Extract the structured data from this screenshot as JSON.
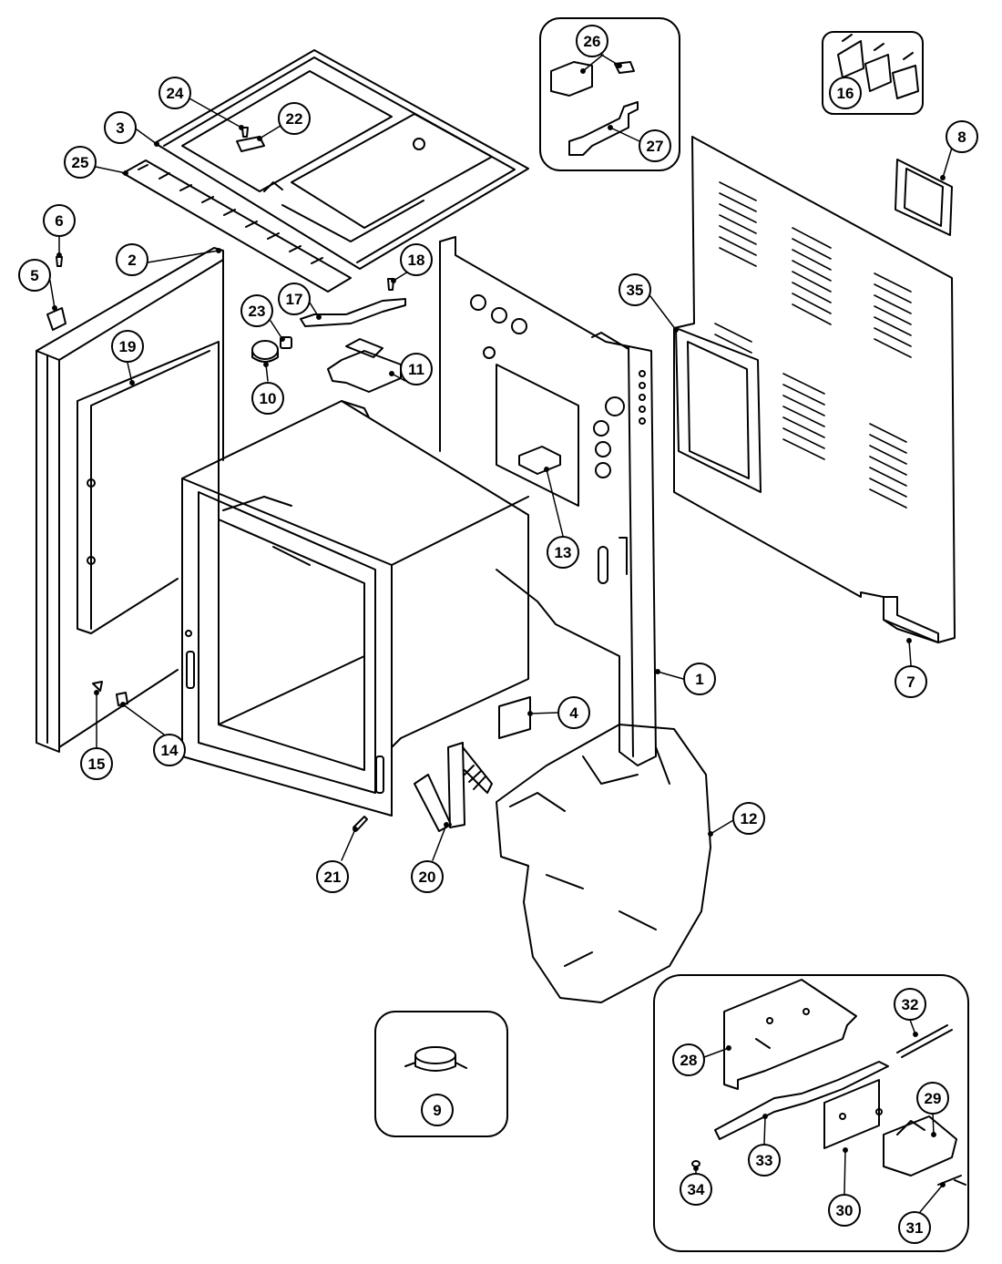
{
  "diagram": {
    "type": "exploded-parts",
    "callouts": [
      {
        "id": "c1",
        "label": "1"
      },
      {
        "id": "c2",
        "label": "2"
      },
      {
        "id": "c3",
        "label": "3"
      },
      {
        "id": "c4",
        "label": "4"
      },
      {
        "id": "c5",
        "label": "5"
      },
      {
        "id": "c6",
        "label": "6"
      },
      {
        "id": "c7",
        "label": "7"
      },
      {
        "id": "c8",
        "label": "8"
      },
      {
        "id": "c9",
        "label": "9"
      },
      {
        "id": "c10",
        "label": "10"
      },
      {
        "id": "c11",
        "label": "11"
      },
      {
        "id": "c12",
        "label": "12"
      },
      {
        "id": "c13",
        "label": "13"
      },
      {
        "id": "c14",
        "label": "14"
      },
      {
        "id": "c15",
        "label": "15"
      },
      {
        "id": "c16",
        "label": "16"
      },
      {
        "id": "c17",
        "label": "17"
      },
      {
        "id": "c18",
        "label": "18"
      },
      {
        "id": "c19",
        "label": "19"
      },
      {
        "id": "c20",
        "label": "20"
      },
      {
        "id": "c21",
        "label": "21"
      },
      {
        "id": "c22",
        "label": "22"
      },
      {
        "id": "c23",
        "label": "23"
      },
      {
        "id": "c24",
        "label": "24"
      },
      {
        "id": "c25",
        "label": "25"
      },
      {
        "id": "c26",
        "label": "26"
      },
      {
        "id": "c27",
        "label": "27"
      },
      {
        "id": "c28",
        "label": "28"
      },
      {
        "id": "c29",
        "label": "29"
      },
      {
        "id": "c30",
        "label": "30"
      },
      {
        "id": "c31",
        "label": "31"
      },
      {
        "id": "c32",
        "label": "32"
      },
      {
        "id": "c33",
        "label": "33"
      },
      {
        "id": "c34",
        "label": "34"
      },
      {
        "id": "c35",
        "label": "35"
      }
    ]
  }
}
